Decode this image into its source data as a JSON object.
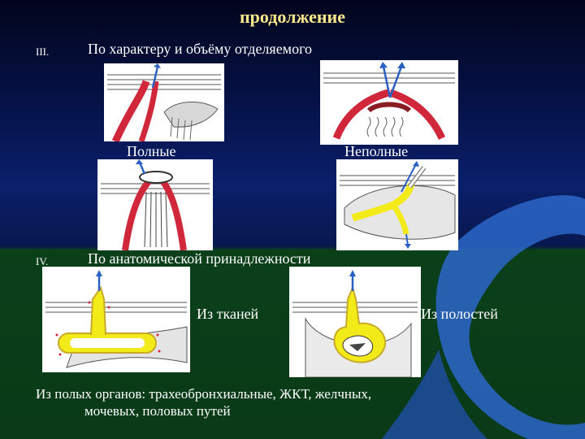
{
  "slide": {
    "title": "продолжение",
    "section3": {
      "number": "III.",
      "heading": "По характеру и объёму отделяемого",
      "caption_full": "Полные",
      "caption_incomplete": "Неполные"
    },
    "section4": {
      "number": "IV.",
      "heading": "По анатомической принадлежности",
      "caption_tissues": "Из тканей",
      "caption_cavities": "Из полостей"
    },
    "footer": {
      "line1": "Из полых органов: трахеобронхиальные, ЖКТ, желчных,",
      "line2": "мочевых, половых путей"
    }
  },
  "colors": {
    "title": "#ffe98a",
    "text": "#ffffff",
    "sky_top": "#02051c",
    "sky_bottom": "#0b1f6a",
    "ground": "#0a3a18",
    "river": "#2b66c9",
    "vessel_red": "#d0283a",
    "fistula_yellow": "#f3ea1a",
    "arrow_blue": "#2a5fc4"
  }
}
